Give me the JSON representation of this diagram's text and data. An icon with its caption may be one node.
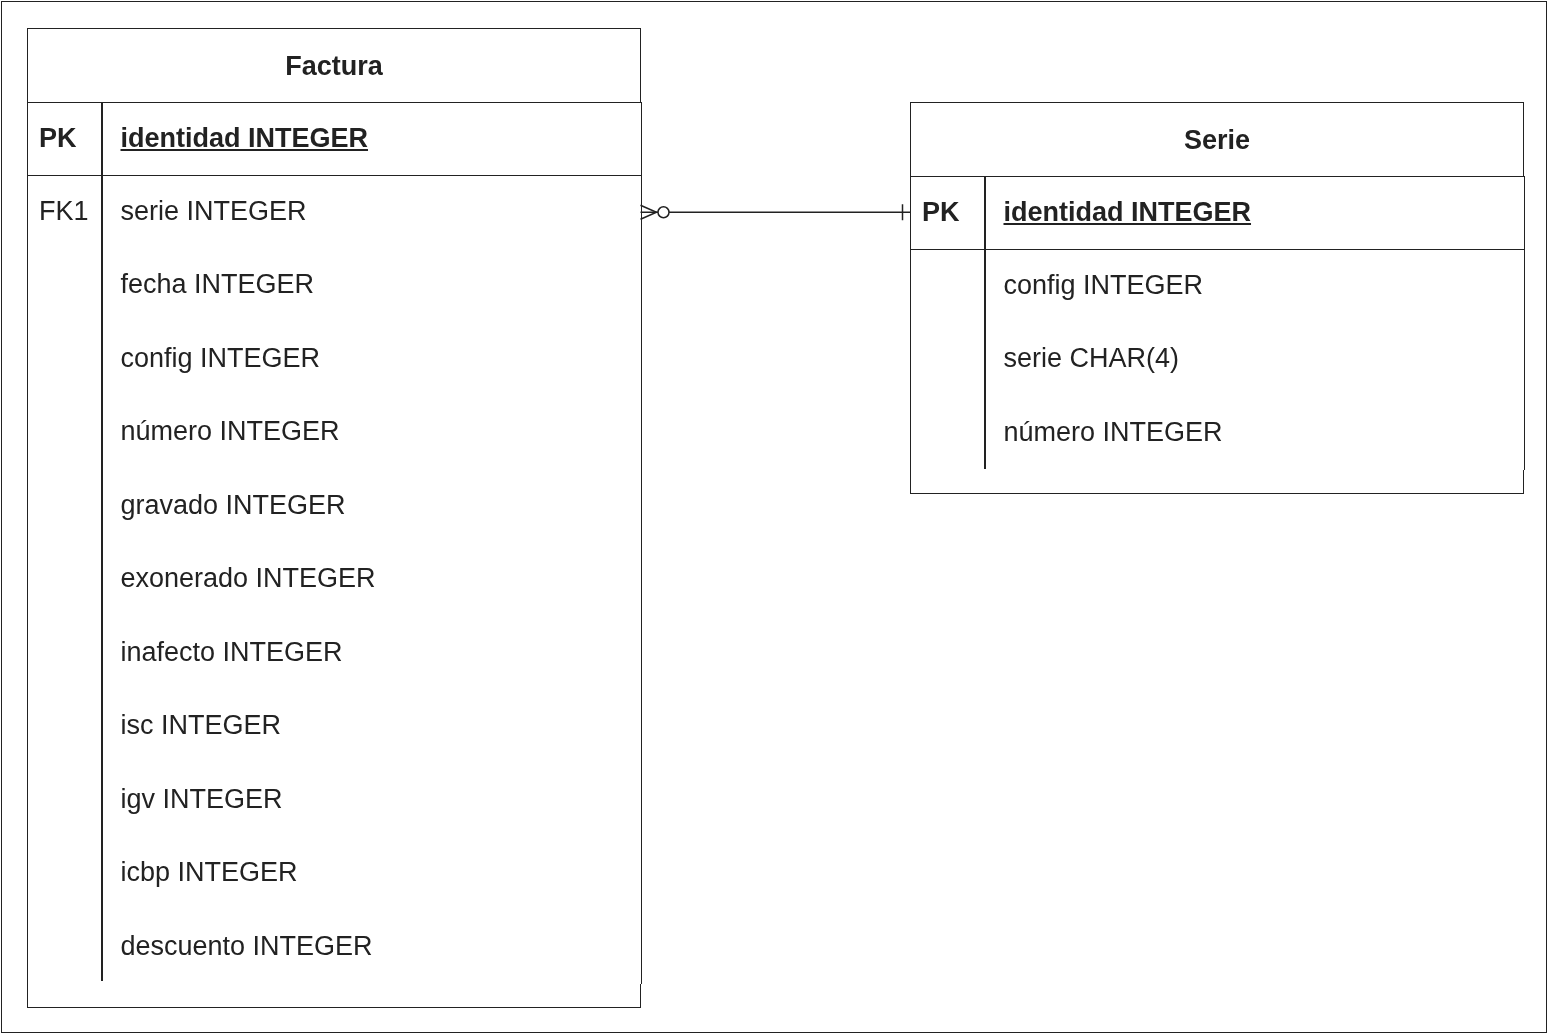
{
  "diagram": {
    "nodes": [
      {
        "text": [
          "Factura"
        ]
      },
      {
        "text": [
          "PK",
          "identidad INTEGER"
        ],
        "in": 0
      },
      {
        "text": [
          "FK1",
          "serie INTEGER"
        ],
        "in": 0
      },
      {
        "text": [
          "fecha INTEGER"
        ],
        "in": 0
      },
      {
        "text": [
          "config INTEGER"
        ],
        "in": 0
      },
      {
        "text": [
          "número INTEGER"
        ],
        "in": 0
      },
      {
        "text": [
          "gravado INTEGER"
        ],
        "in": 0
      },
      {
        "text": [
          "exonerado INTEGER"
        ],
        "in": 0
      },
      {
        "text": [
          "inafecto INTEGER"
        ],
        "in": 0
      },
      {
        "text": [
          "isc INTEGER"
        ],
        "in": 0
      },
      {
        "text": [
          "igv INTEGER"
        ],
        "in": 0
      },
      {
        "text": [
          "icbp INTEGER"
        ],
        "in": 0
      },
      {
        "text": [
          "descuento INTEGER"
        ],
        "in": 0
      },
      {
        "text": [
          "Serie"
        ]
      },
      {
        "text": [
          "PK",
          "identidad INTEGER"
        ],
        "in": 13
      },
      {
        "text": [
          "config INTEGER"
        ],
        "in": 13
      },
      {
        "text": [
          "serie CHAR(4)"
        ],
        "in": 13
      },
      {
        "text": [
          "número INTEGER"
        ],
        "in": 13
      }
    ],
    "edges": [
      {
        "from": 2,
        "to": 14,
        "arrow": "other"
      }
    ]
  }
}
